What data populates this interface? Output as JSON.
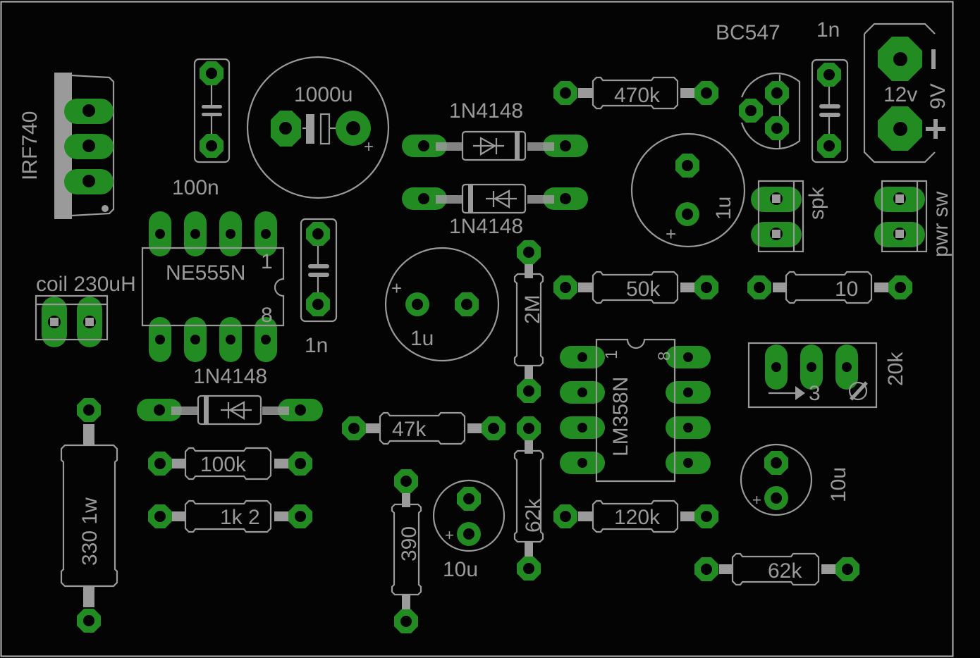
{
  "board": {
    "name": "PCB layout (top silkscreen + pads)",
    "colors": {
      "background": "#040404",
      "silkscreen": "#9a9a9a",
      "pad": "#228b22",
      "outline": "#b4b4b4"
    }
  },
  "components": {
    "q1": {
      "label": "IRF740",
      "type": "mosfet-to220"
    },
    "c100n": {
      "label": "100n",
      "type": "capacitor"
    },
    "c1000u": {
      "label": "1000u",
      "type": "electrolytic",
      "plus": "+"
    },
    "d1": {
      "label": "1N4148",
      "type": "diode"
    },
    "d2": {
      "label": "1N4148",
      "type": "diode"
    },
    "d3": {
      "label": "1N4148",
      "type": "diode"
    },
    "r470k": {
      "label": "470k",
      "type": "resistor"
    },
    "q2": {
      "label": "BC547",
      "type": "transistor-to92"
    },
    "c1n_top": {
      "label": "1n",
      "type": "capacitor"
    },
    "pwr": {
      "label": "12v",
      "label2": "9V",
      "minus": "−",
      "plus": "+",
      "type": "power-jack"
    },
    "u1": {
      "label": "NE555N",
      "pin1": "1",
      "pin8": "8",
      "type": "dip8"
    },
    "c1n_mid": {
      "label": "1n",
      "type": "capacitor"
    },
    "c1u_a": {
      "label": "1u",
      "type": "electrolytic",
      "plus": "+"
    },
    "c1u_b": {
      "label": "1u",
      "type": "electrolytic",
      "plus": "+"
    },
    "spk": {
      "label": "spk",
      "type": "header-2"
    },
    "pwrsw": {
      "label": "pwr sw",
      "type": "header-2"
    },
    "coil": {
      "label": "coil 230uH",
      "type": "header-2"
    },
    "r2m": {
      "label": "2M",
      "type": "resistor"
    },
    "r50k": {
      "label": "50k",
      "type": "resistor"
    },
    "r10": {
      "label": "10",
      "type": "resistor"
    },
    "u2": {
      "label": "LM358N",
      "pin1": "1",
      "pin8": "8",
      "type": "dip8"
    },
    "pot": {
      "label": "20k",
      "pin_label": "3",
      "type": "trimpot"
    },
    "r47k": {
      "label": "47k",
      "type": "resistor"
    },
    "r100k": {
      "label": "100k",
      "type": "resistor"
    },
    "r1k2": {
      "label": "1k 2",
      "type": "resistor"
    },
    "r330": {
      "label": "330 1w",
      "type": "resistor"
    },
    "r390": {
      "label": "390",
      "type": "resistor"
    },
    "c10u_a": {
      "label": "10u",
      "type": "electrolytic",
      "plus": "+"
    },
    "c10u_b": {
      "label": "10u",
      "type": "electrolytic",
      "plus": "+"
    },
    "r62k_v": {
      "label": "62k",
      "type": "resistor"
    },
    "r120k": {
      "label": "120k",
      "type": "resistor"
    },
    "r62k_h": {
      "label": "62k",
      "type": "resistor"
    }
  }
}
